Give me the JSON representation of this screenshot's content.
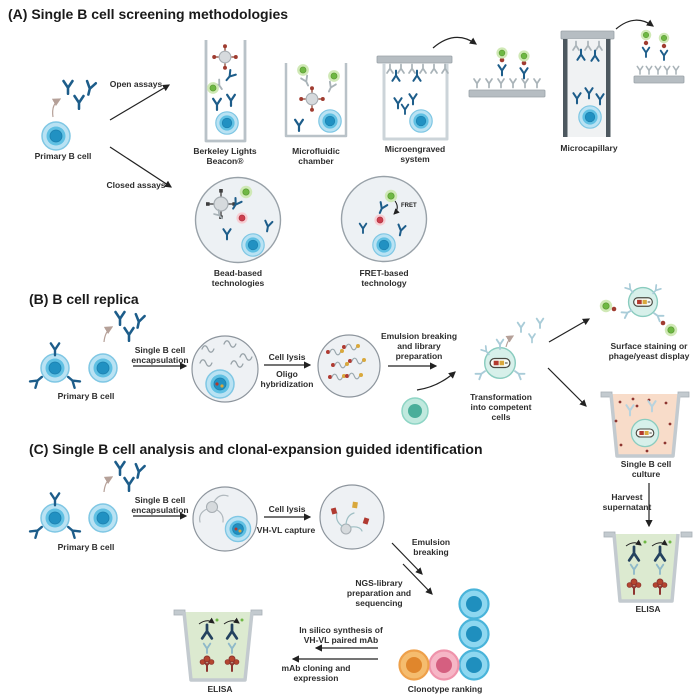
{
  "panel_a": {
    "title": "(A) Single B cell screening methodologies",
    "labels": {
      "primary_b_cell": "Primary B cell",
      "open_assays": "Open assays",
      "closed_assays": "Closed assays",
      "berkeley": "Berkeley Lights Beacon®",
      "microfluidic": "Microfluidic chamber",
      "microengraved": "Microengraved system",
      "microcapillary": "Microcapillary",
      "bead_based": "Bead-based technologies",
      "fret_based": "FRET-based technology",
      "fret_tag": "FRET"
    }
  },
  "panel_b": {
    "title": "(B) B cell replica",
    "labels": {
      "primary_b_cell": "Primary B cell",
      "encapsulation": "Single B cell encapsulation",
      "cell_lysis": "Cell lysis",
      "oligo_hybridization": "Oligo hybridization",
      "emulsion_breaking": "Emulsion breaking and library preparation",
      "transformation": "Transformation into competent cells",
      "surface_staining": "Surface staining or phage/yeast display",
      "culture": "Single B cell culture",
      "harvest": "Harvest supernatant",
      "elisa": "ELISA"
    }
  },
  "panel_c": {
    "title": "(C) Single B cell analysis and clonal-expansion guided identification",
    "labels": {
      "primary_b_cell": "Primary B cell",
      "encapsulation": "Single B cell encapsulation",
      "cell_lysis": "Cell lysis",
      "vh_vl_capture": "VH-VL capture",
      "emulsion_breaking": "Emulsion breaking",
      "ngs_library": "NGS-library preparation and sequencing",
      "in_silico": "In silico synthesis of VH-VL paired mAb",
      "mab_cloning": "mAb cloning and expression",
      "clonotype_ranking": "Clonotype ranking",
      "elisa": "ELISA"
    }
  },
  "colors": {
    "antibody_blue": "#1d5d8a",
    "antibody_gray": "#a9b3b8",
    "antibody_pale": "#9cc3d2",
    "antibody_navy": "#24425f",
    "cell_outer": "#b9e2f3",
    "cell_nucleus": "#2191c2",
    "cell_teal": "#4aae9a",
    "competent_cell": "#d7f0ea",
    "glow_green": "#6fb844",
    "glow_red": "#ce3f4e",
    "antigen_red": "#b5452f",
    "tag_yellow": "#d9a83c",
    "clonotype_orange": "#e0862c",
    "clonotype_pink": "#d55f80",
    "well_gray": "#c3cacf",
    "capillary_dark": "#4d585f",
    "culture_peach": "#f8dcc9",
    "elisa_green": "#dcead0",
    "droplet_fill": "#eef1f4"
  }
}
